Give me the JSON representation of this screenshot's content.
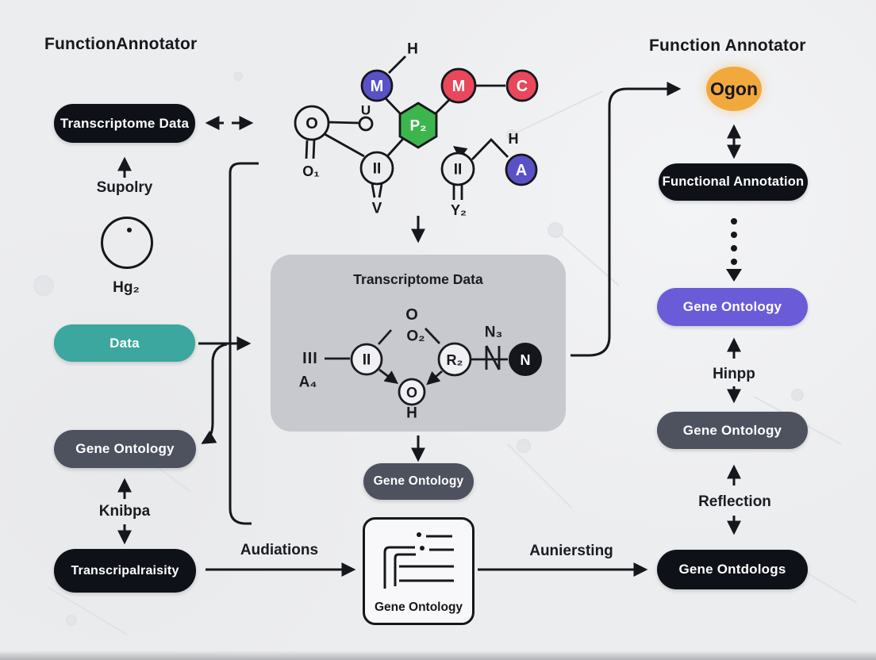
{
  "header": {
    "title_left": "FunctionAnnotator",
    "title_right": "Function Annotator"
  },
  "left_flow": {
    "transcriptome_pill": "Transcriptome Data",
    "supolry_label": "Supolry",
    "hg_label": "Hg₂",
    "data_pill": "Data",
    "gene_ontology_pill": "Gene Ontology",
    "knibpa_label": "Knibpa",
    "transcripalraisity_pill": "Transcripalraisity"
  },
  "molecule": {
    "h_top": "H",
    "m_blue": "M",
    "m_red": "M",
    "c_node": "C",
    "p2_hex": "P₂",
    "o_ring": "O",
    "o1_label": "O₁",
    "u_label": "U",
    "ii_left": "II",
    "v_label": "V",
    "ii_right": "II",
    "y2_label": "Y₂",
    "a_node": "A",
    "h_right": "H"
  },
  "transcriptome_box": {
    "title": "Transcriptome Data",
    "iii_label": "III",
    "a4_label": "A₄",
    "ii_node": "II",
    "o_label": "O",
    "o2_label": "O₂",
    "r2_node": "R₂",
    "n3_label": "N₃",
    "n_node": "N",
    "o_node": "O",
    "h_label": "H",
    "output_pill": "Gene Ontology"
  },
  "document_box": {
    "label": "Gene Ontology"
  },
  "flow_labels": {
    "audiations": "Audiations",
    "auniersting": "Auniersting"
  },
  "right_flow": {
    "ogon_node": "Ogon",
    "functional_annotation_pill": "Functional Annotation",
    "gene_ontology_purple_pill": "Gene Ontology",
    "hinpp_label": "Hinpp",
    "gene_ontology_gray_pill": "Gene Ontology",
    "reflection_label": "Reflection",
    "gene_ontdologs_pill": "Gene Ontdologs"
  },
  "colors": {
    "background": "#ECEDEF",
    "pill_black": "#0F1118",
    "pill_slate": "#4E525E",
    "pill_teal": "#3BA79E",
    "pill_violet": "#6A5CD8",
    "node_blue": "#5952C7",
    "node_red": "#E8475C",
    "node_green": "#3CB54D",
    "node_orange": "#F2A93C",
    "box_gray": "#C7C9CE",
    "ink": "#15171C"
  }
}
